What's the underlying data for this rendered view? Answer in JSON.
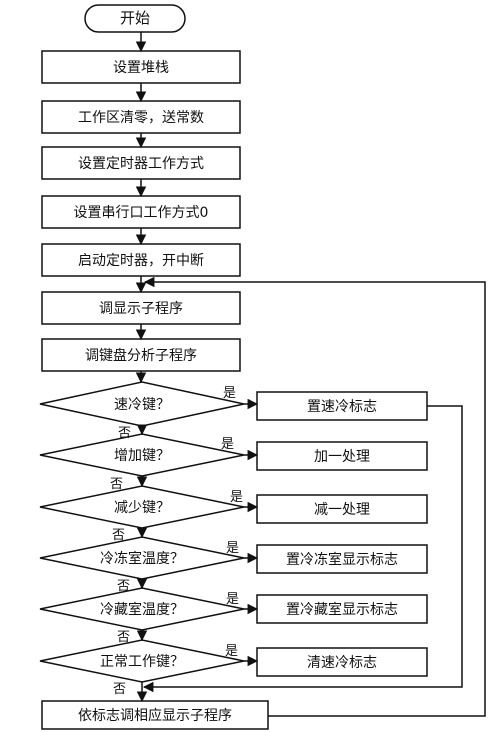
{
  "start_label": "开始",
  "process_steps": [
    "设置堆栈",
    "工作区清零，送常数",
    "设置定时器工作方式",
    "设置串行口工作方式0",
    "启动定时器，开中断",
    "调显示子程序",
    "调键盘分析子程序"
  ],
  "decisions": [
    {
      "question": "速冷键？",
      "action": "置速冷标志"
    },
    {
      "question": "增加键？",
      "action": "加一处理"
    },
    {
      "question": "减少键？",
      "action": "减一处理"
    },
    {
      "question": "冷冻室温度？",
      "action": "置冷冻室显示标志"
    },
    {
      "question": "冷藏室温度？",
      "action": "置冷藏室显示标志"
    },
    {
      "question": "正常工作键？",
      "action": "清速冷标志"
    }
  ],
  "yes_label": "是",
  "no_label": "否",
  "final_step": "依标志调相应显示子程序"
}
